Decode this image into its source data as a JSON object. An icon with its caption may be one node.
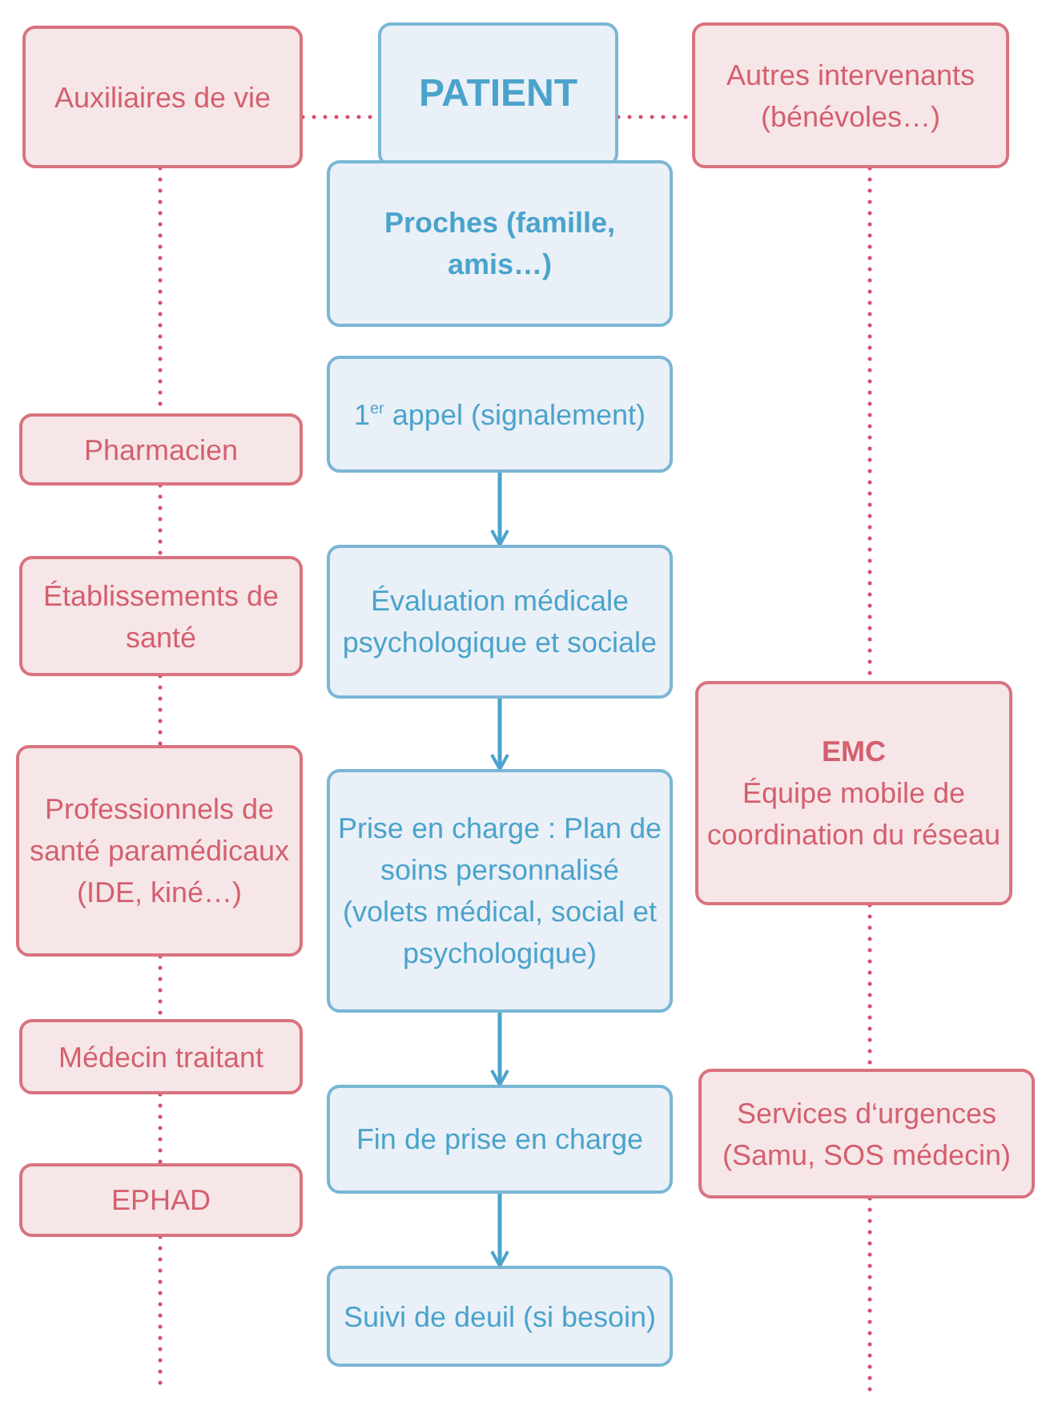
{
  "diagram": {
    "nodes": [
      {
        "text": [
          "Auxiliaires de vie"
        ]
      },
      {
        "text": [
          "PATIENT"
        ]
      },
      {
        "text": [
          "Autres intervenants (bénévoles…)"
        ]
      },
      {
        "text": [
          "Proches (famille, amis…)"
        ]
      },
      {
        "text": [
          "1$^{er}$ appel (signalement)"
        ]
      },
      {
        "text": [
          "Pharmacien"
        ]
      },
      {
        "text": [
          "Évaluation médicale psychologique et sociale"
        ]
      },
      {
        "text": [
          "Établissements de santé"
        ]
      },
      {
        "text": [
          "EMC",
          "Équipe mobile de coordination du réseau"
        ]
      },
      {
        "text": [
          "Prise en charge : Plan de soins personnalisé (volets médical, social et psychologique)"
        ]
      },
      {
        "text": [
          "Professionnels de santé paramédicaux (IDE, kiné…)"
        ]
      },
      {
        "text": [
          "Médecin traitant"
        ]
      },
      {
        "text": [
          "Fin de prise en charge"
        ]
      },
      {
        "text": [
          "EPHAD"
        ]
      },
      {
        "text": [
          "Services d‘urgences (Samu, SOS médecin)"
        ]
      },
      {
        "text": [
          "Suivi de deuil (si besoin)"
        ]
      }
    ],
    "edges": [
      {
        "from": 0,
        "to": 1,
        "arrow": "none",
        "style": "dashed"
      },
      {
        "from": 1,
        "to": 2,
        "arrow": "none",
        "style": "dashed"
      },
      {
        "from": 0,
        "to": 5,
        "arrow": "none",
        "style": "dashed"
      },
      {
        "from": 5,
        "to": 7,
        "arrow": "none",
        "style": "dashed"
      },
      {
        "from": 7,
        "to": 10,
        "arrow": "none",
        "style": "dashed"
      },
      {
        "from": 10,
        "to": 11,
        "arrow": "none",
        "style": "dashed"
      },
      {
        "from": 11,
        "to": 13,
        "arrow": "none",
        "style": "dashed"
      },
      {
        "from": 13,
        "to": null,
        "arrow": "none",
        "style": "dashed"
      },
      {
        "from": 2,
        "to": 8,
        "arrow": "none",
        "style": "dashed"
      },
      {
        "from": 8,
        "to": 14,
        "arrow": "none",
        "style": "dashed"
      },
      {
        "from": 14,
        "to": null,
        "arrow": "none",
        "style": "dashed"
      },
      {
        "from": 4,
        "to": 6,
        "arrow": "to",
        "color": "#4aa3cc"
      },
      {
        "from": 6,
        "to": 9,
        "arrow": "to",
        "color": "#4aa3cc"
      },
      {
        "from": 9,
        "to": 12,
        "arrow": "to",
        "color": "#4aa3cc"
      },
      {
        "from": 12,
        "to": 15,
        "arrow": "to",
        "color": "#4aa3cc"
      }
    ]
  }
}
